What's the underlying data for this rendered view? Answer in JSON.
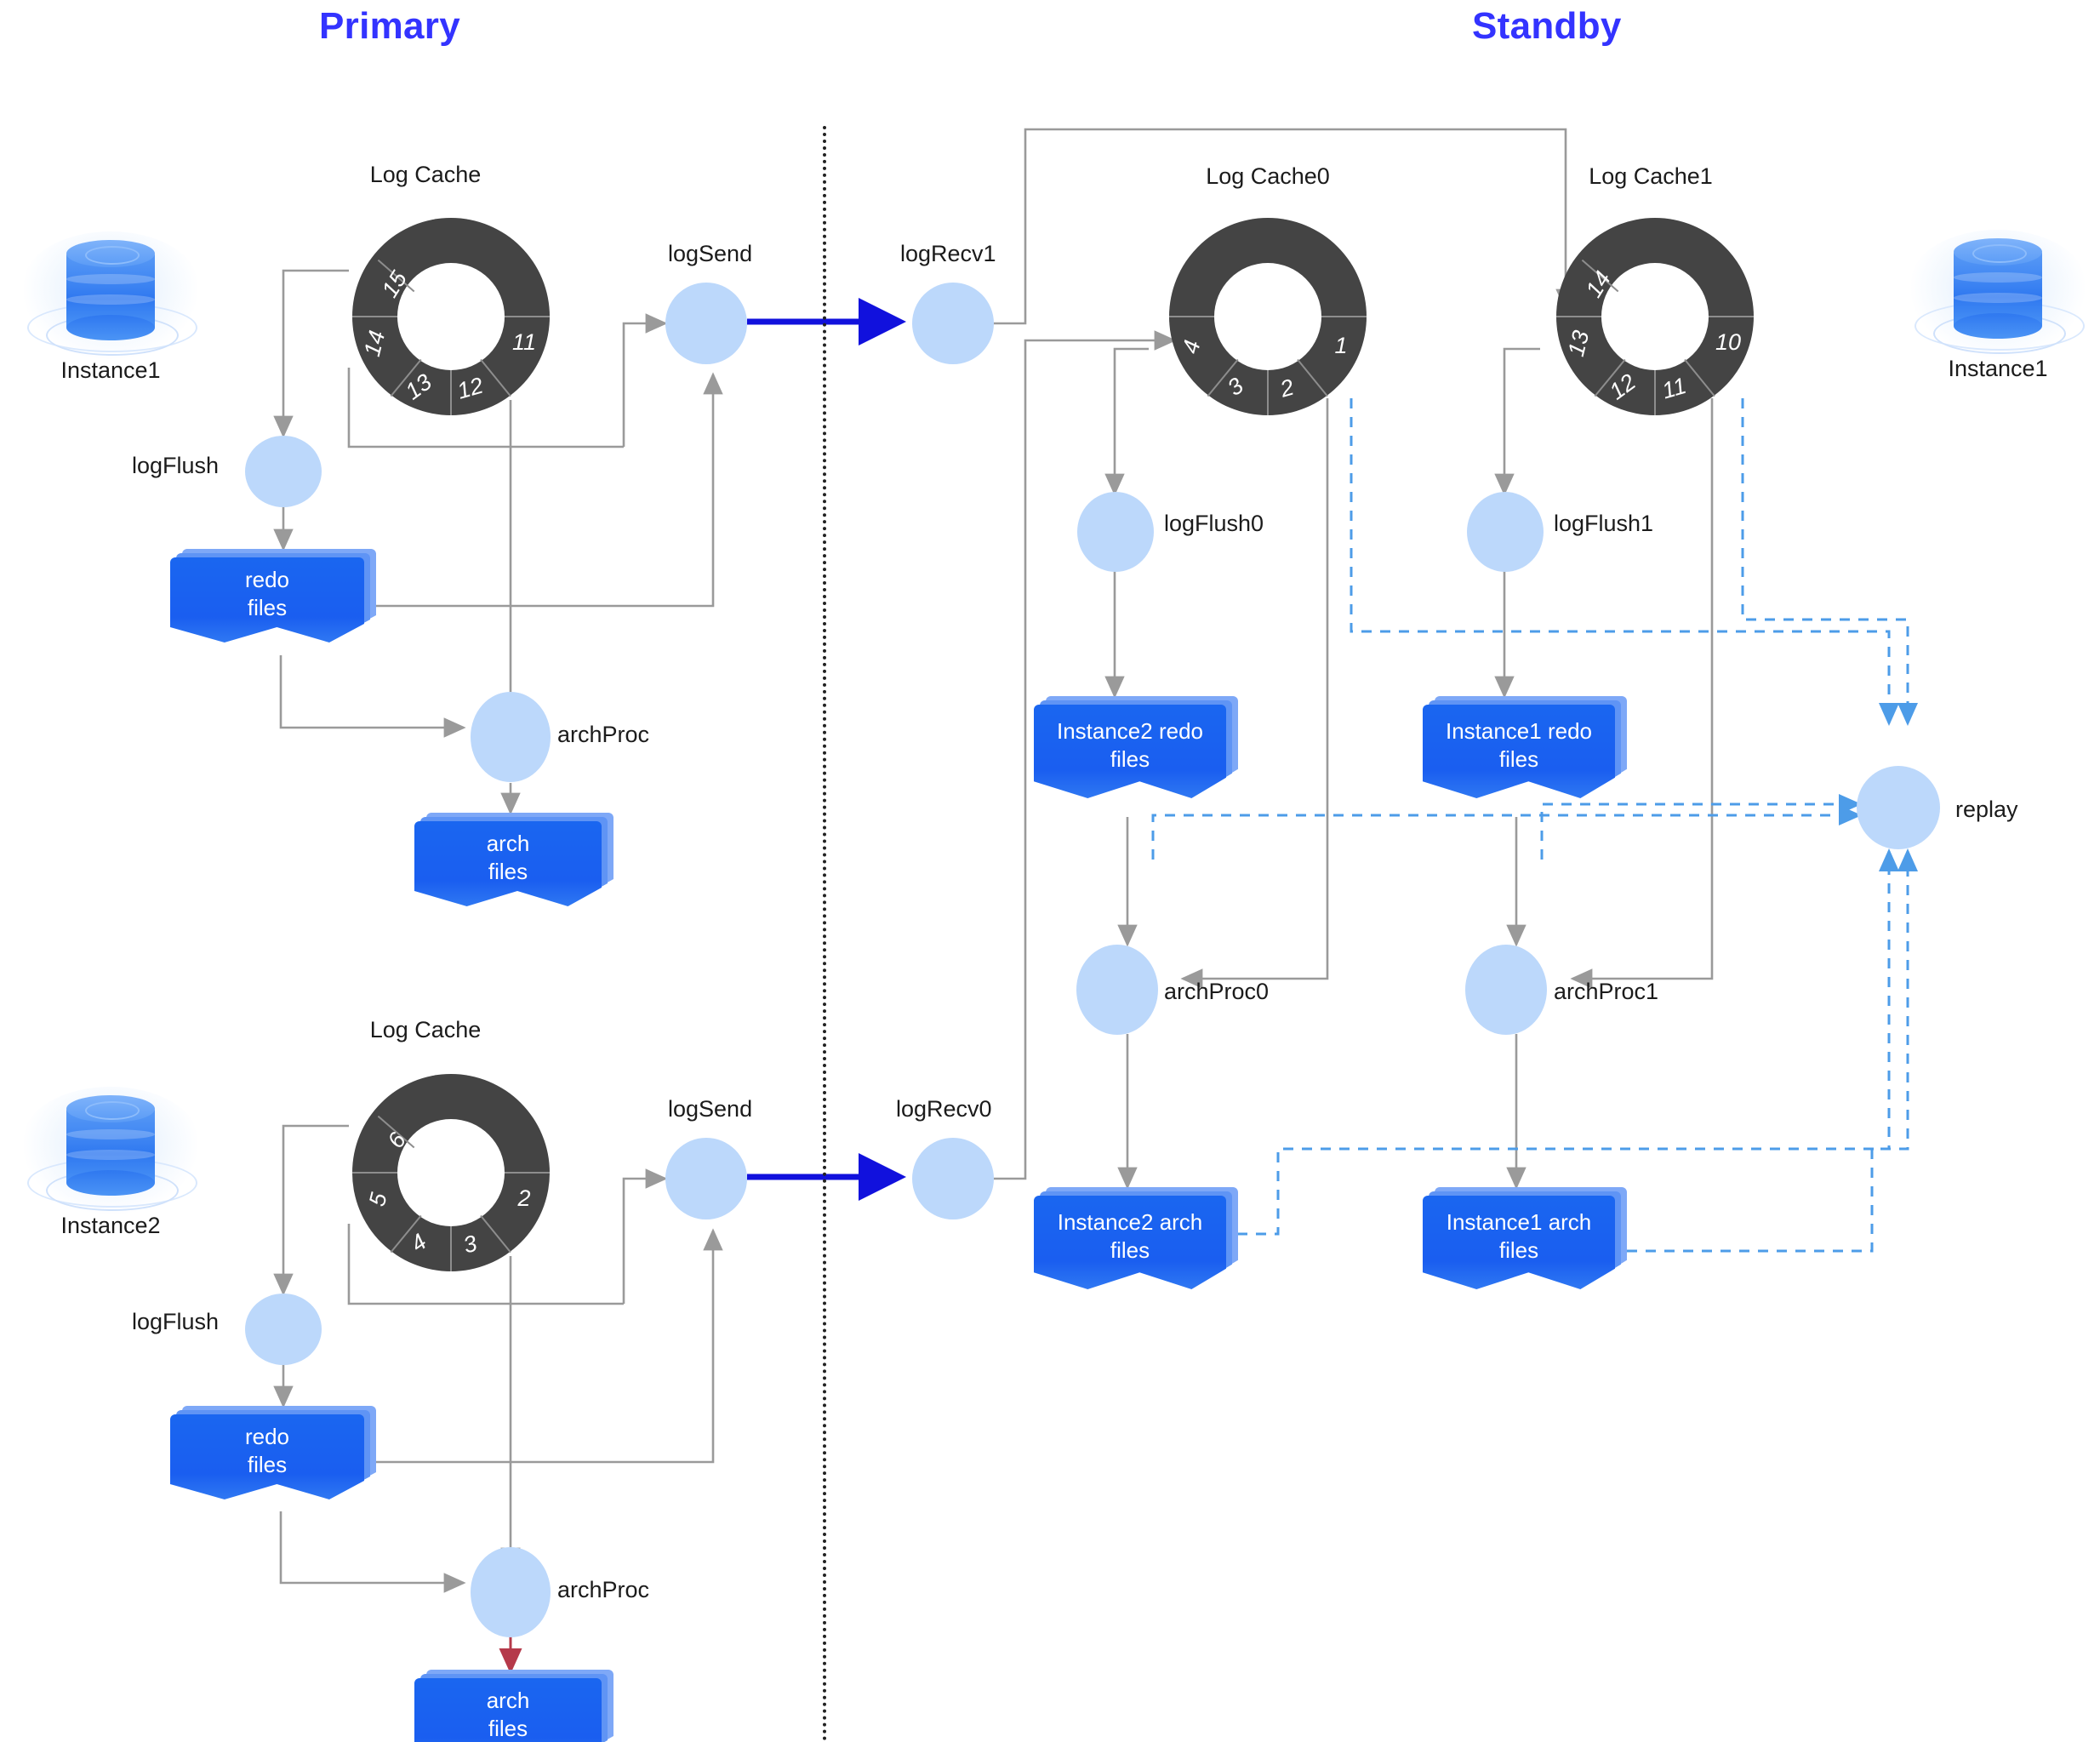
{
  "sections": {
    "primary": {
      "title": "Primary",
      "color": "#3333ff"
    },
    "standby": {
      "title": "Standby",
      "color": "#3333ff"
    }
  },
  "primary": {
    "instance1": {
      "db_label": "Instance1",
      "cache_title": "Log Cache",
      "cache_segments": [
        "15",
        "14",
        "13",
        "12",
        "11"
      ],
      "logflush_label": "logFlush",
      "redo_files_label_line1": "redo",
      "redo_files_label_line2": "files",
      "archproc_label": "archProc",
      "arch_files_label_line1": "arch",
      "arch_files_label_line2": "files",
      "logsend_label": "logSend"
    },
    "instance2": {
      "db_label": "Instance2",
      "cache_title": "Log Cache",
      "cache_segments": [
        "6",
        "5",
        "4",
        "3",
        "2"
      ],
      "logflush_label": "logFlush",
      "redo_files_label_line1": "redo",
      "redo_files_label_line2": "files",
      "archproc_label": "archProc",
      "arch_files_label_line1": "arch",
      "arch_files_label_line2": "files",
      "logsend_label": "logSend"
    }
  },
  "standby": {
    "logrecv1_label": "logRecv1",
    "logrecv0_label": "logRecv0",
    "cache0": {
      "title": "Log Cache0",
      "segments": [
        "4",
        "3",
        "2",
        "1"
      ]
    },
    "cache1": {
      "title": "Log Cache1",
      "segments": [
        "14",
        "13",
        "12",
        "11",
        "10"
      ]
    },
    "logflush0_label": "logFlush0",
    "logflush1_label": "logFlush1",
    "instance2_redo_line1": "Instance2 redo",
    "instance2_redo_line2": "files",
    "instance1_redo_line1": "Instance1 redo",
    "instance1_redo_line2": "files",
    "archproc0_label": "archProc0",
    "archproc1_label": "archProc1",
    "instance2_arch_line1": "Instance2 arch",
    "instance2_arch_line2": "files",
    "instance1_arch_line1": "Instance1 arch",
    "instance1_arch_line2": "files",
    "replay_label": "replay",
    "db_label": "Instance1"
  },
  "colors": {
    "heading": "#3333ff",
    "process_fill": "#bcd8fb",
    "donut_fill": "#444444",
    "file_fill": "#1a5ef0",
    "wire_gray": "#9a9a9a",
    "wire_blue": "#1111dd",
    "wire_dashed_blue": "#4d9ce8",
    "wire_red": "#c0392b"
  }
}
